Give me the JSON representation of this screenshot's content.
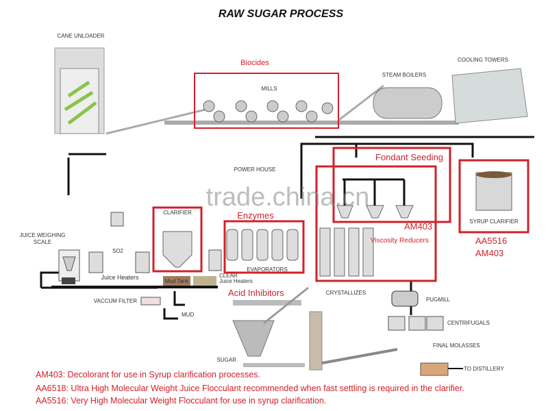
{
  "title": "RAW SUGAR PROCESS",
  "watermark": "trade.china.cn",
  "labels": {
    "cane_unloader": "CANE UNLOADER",
    "mills": "MILLS",
    "steam_boilers": "STEAM BOILERS",
    "cooling_towers": "COOLING TOWERS",
    "power_house": "POWER HOUSE",
    "juice_weighing_scale_1": "JUICE WEIGHING",
    "juice_weighing_scale_2": "SCALE",
    "so2": "SO2",
    "juice_heaters": "Juice Heaters",
    "clarifier": "CLARIFIER",
    "mud_tank": "Mud Tank",
    "clear_juice_heaters_1": "CLEAR",
    "clear_juice_heaters_2": "Juice Heaters",
    "evaporators": "EVAPORATORS",
    "vaccum_filter": "VACCUM FILTER",
    "mud": "MUD",
    "crystallizes": "CRYSTALLIZES",
    "pugmill": "PUGMILL",
    "centrifugals": "CENTRIFUGALS",
    "final_molasses": "FINAL MOLASSES",
    "to_distillery": "TO DISTILLERY",
    "syrup_clarifier": "SYRUP CLARIFIER",
    "sugar": "SUGAR"
  },
  "annotations": {
    "biocides": "Biocides",
    "enzymes": "Enzymes",
    "acid_inhibitors": "Acid Inhibitors",
    "fondant_seeding": "Fondant Seeding",
    "am403_crystal": "AM403",
    "viscosity_reducers": "Viscosity Reducers",
    "aa5516": "AA5516",
    "am403_syrup": "AM403"
  },
  "notes": [
    "AM403: Decolorant for use in Syrup clarification processes.",
    "AA6518:  Ultra High Molecular Weight Juice Flocculant recommended when fast settling is required in the clarifier.",
    "AA5516:  Very High Molecular Weight Flocculant for use in syrup clarification."
  ],
  "colors": {
    "highlight": "#d0202a",
    "pipe": "#111111",
    "mud_tank": "#a07b5e",
    "clear_tank": "#bdb48f",
    "molasses": "#d9a67a"
  }
}
